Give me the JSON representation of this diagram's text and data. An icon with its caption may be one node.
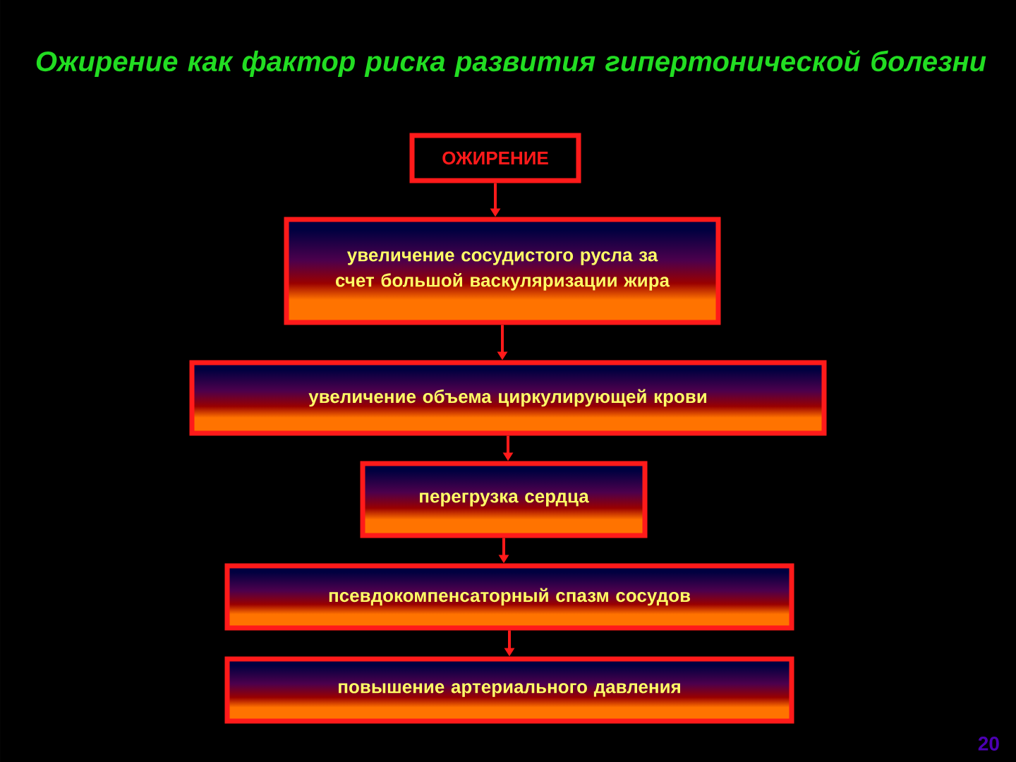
{
  "diagram": {
    "title": "Ожирение как фактор риска развития гипертонической болезни",
    "nodes": [
      {
        "text": [
          "ОЖИРЕНИЕ"
        ]
      },
      {
        "text": [
          "увеличение сосудистого русла за счет большой васкуляризации жира"
        ]
      },
      {
        "text": [
          "увеличение объема циркулирующей крови"
        ]
      },
      {
        "text": [
          "перегрузка сердца"
        ]
      },
      {
        "text": [
          "псевдокомпенсаторный спазм сосудов"
        ]
      },
      {
        "text": [
          "повышение артериального давления"
        ]
      }
    ],
    "edges": [
      {
        "from": 0,
        "to": 1,
        "arrow": "to"
      },
      {
        "from": 1,
        "to": 2,
        "arrow": "to"
      },
      {
        "from": 2,
        "to": 3,
        "arrow": "to"
      },
      {
        "from": 3,
        "to": 4,
        "arrow": "to"
      },
      {
        "from": 4,
        "to": 5,
        "arrow": "to"
      }
    ],
    "labels": [
      "20"
    ]
  }
}
